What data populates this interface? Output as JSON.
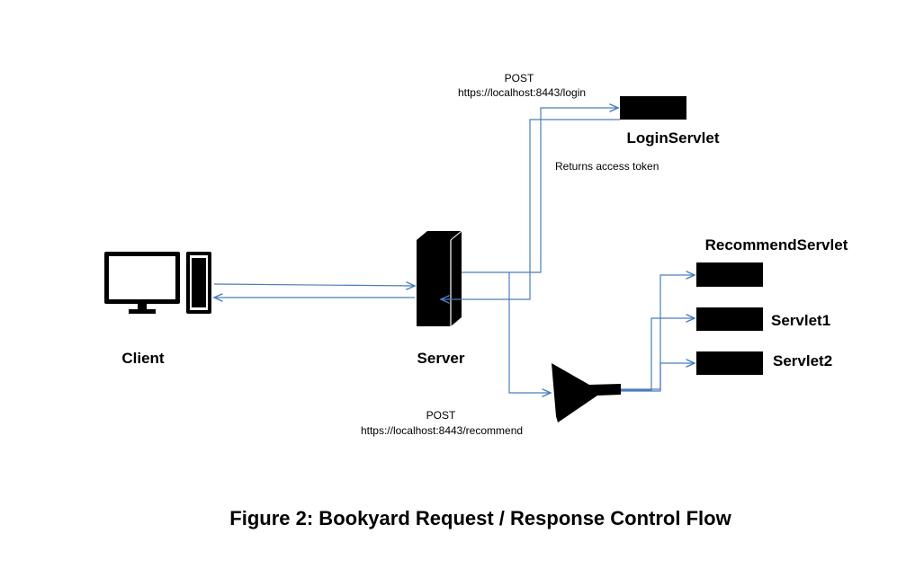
{
  "nodes": {
    "client": "Client",
    "server": "Server",
    "login_servlet": "LoginServlet",
    "recommend_servlet": "RecommendServlet",
    "servlet1": "Servlet1",
    "servlet2": "Servlet2"
  },
  "edges": {
    "login_method": "POST",
    "login_url": "https://localhost:8443/login",
    "token_return": "Returns access token",
    "recommend_method": "POST",
    "recommend_url": "https://localhost:8443/recommend"
  },
  "caption": "Figure 2: Bookyard Request / Response Control Flow",
  "colors": {
    "connector": "#4a7ebb",
    "shape_fill": "#000000",
    "background": "#ffffff"
  },
  "icons": {
    "client": "desktop-computer-icon",
    "server": "server-tower-icon",
    "dispatcher": "funnel-icon",
    "servlet": "servlet-box-icon"
  }
}
